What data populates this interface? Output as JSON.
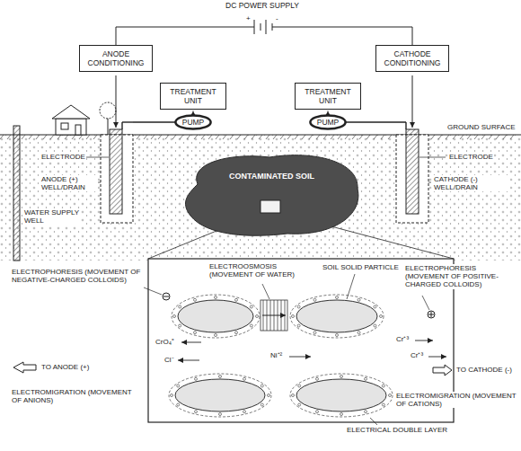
{
  "diagram": {
    "nodes": [
      {
        "text": [
          "ANODE CONDITIONING"
        ]
      },
      {
        "text": [
          "TREATMENT UNIT"
        ]
      },
      {
        "text": [
          "PUMP"
        ]
      },
      {
        "text": [
          "TREATMENT UNIT"
        ]
      },
      {
        "text": [
          "PUMP"
        ]
      },
      {
        "text": [
          "CATHODE CONDITIONING"
        ]
      },
      {
        "text": [
          "CONTAMINATED SOIL"
        ]
      }
    ],
    "edges": [
      {
        "from": 2,
        "to": 1,
        "arrow": "to"
      },
      {
        "from": 4,
        "to": 3,
        "arrow": "to"
      }
    ],
    "labels": [
      "DC POWER SUPPLY",
      "+",
      "-",
      "ELECTRODE",
      "ANODE (+) WELL/DRAIN",
      "WATER SUPPLY WELL",
      "GROUND SURFACE",
      "ELECTRODE",
      "CATHODE (-) WELL/DRAIN",
      "ELECTROPHORESIS (MOVEMENT OF NEGATIVE-CHARGED COLLOIDS)",
      "ELECTROOSMOSIS (MOVEMENT OF WATER)",
      "SOIL SOLID PARTICLE",
      "ELECTROPHORESIS (MOVEMENT OF POSITIVE-CHARGED COLLOIDS)",
      "CrO₄⁼",
      "Cl⁻",
      "Cr⁺³",
      "Cr⁺³",
      "Ni⁺²",
      "TO ANODE (+)",
      "TO CATHODE (-)",
      "ELECTROMIGRATION (MOVEMENT OF ANIONS)",
      "ELECTROMIGRATION (MOVEMENT OF CATIONS)",
      "ELECTRICAL DOUBLE LAYER"
    ]
  }
}
